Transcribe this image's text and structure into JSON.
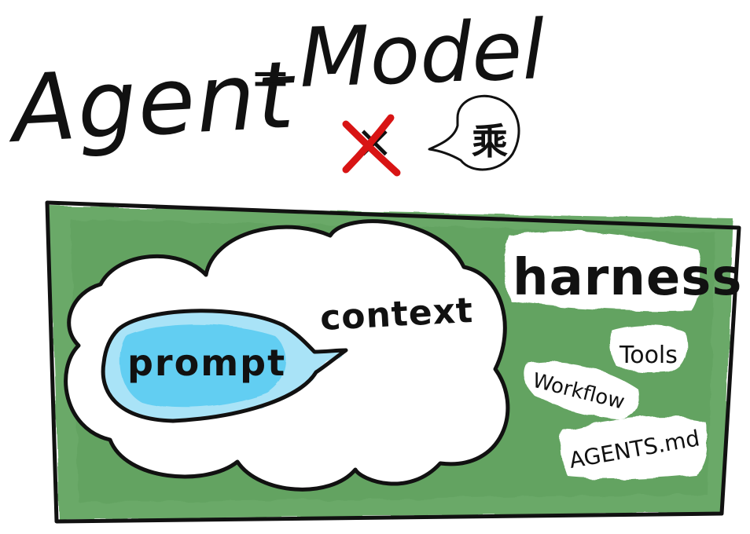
{
  "title": {
    "left": "Agent",
    "equals": "=",
    "right": "Model"
  },
  "operator": {
    "crossed_mark": "×",
    "speech_text": "乘"
  },
  "diagram": {
    "outer_label": "harness",
    "cloud_label": "context",
    "inner_label": "prompt",
    "harness_items": [
      "Tools",
      "Workflow",
      "AGENTS.md"
    ]
  },
  "colors": {
    "harness_green": "#6aa968",
    "harness_green_dark": "#4f8f4f",
    "prompt_blue": "#45c6f0",
    "prompt_blue_light": "#a9e3f7",
    "cross_red": "#d81414",
    "ink": "#111111"
  }
}
